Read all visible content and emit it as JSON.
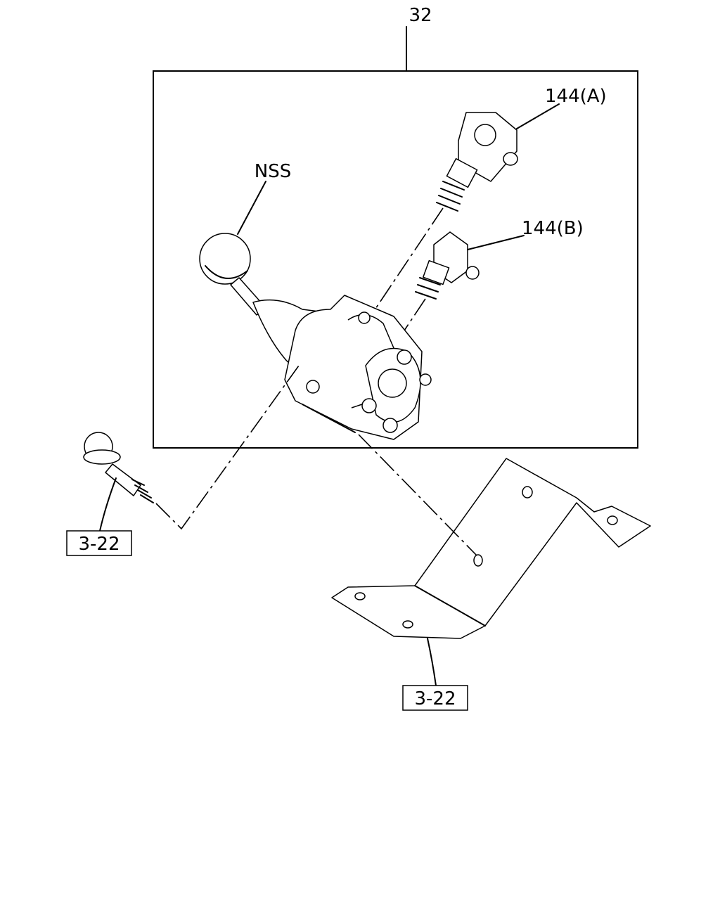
{
  "labels": {
    "assembly": "32",
    "knob": "NSS",
    "switch_a": "144(A)",
    "switch_b": "144(B)",
    "bolt_ref": "3-22",
    "bracket_ref": "3-22"
  },
  "colors": {
    "ink": "#000000",
    "paper": "#ffffff"
  },
  "icons": [
    "bolt-icon",
    "shift-lever-icon",
    "switch-a-icon",
    "switch-b-icon",
    "bracket-icon"
  ]
}
